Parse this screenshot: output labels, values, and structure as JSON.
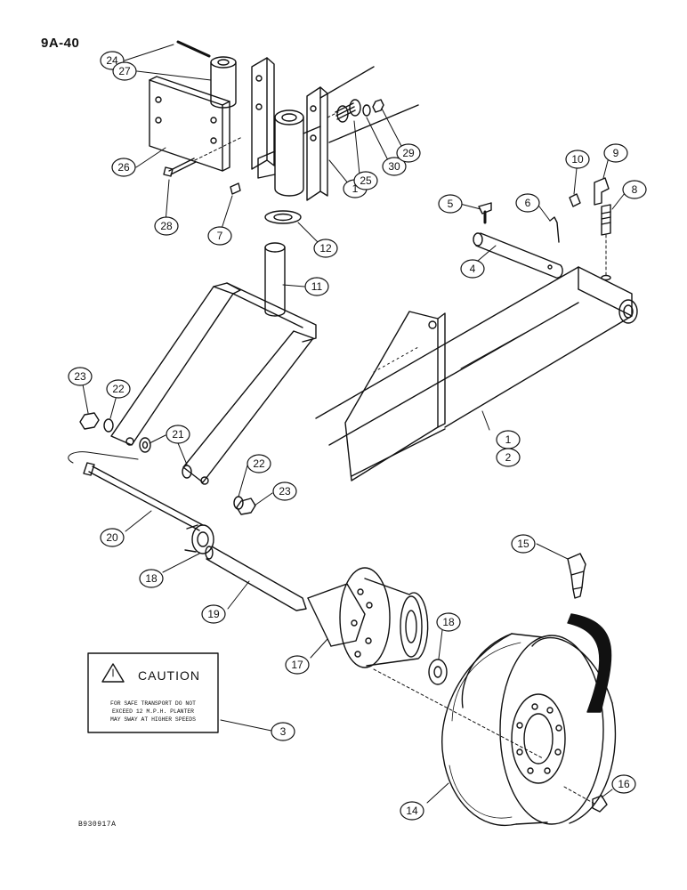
{
  "page_number": "9A-40",
  "drawing_code": "B930917A",
  "decal": {
    "title": "CAUTION",
    "lines": [
      "FOR SAFE TRANSPORT DO NOT",
      "EXCEED 12 M.P.H. PLANTER",
      "MAY SWAY AT HIGHER SPEEDS"
    ]
  },
  "callouts": [
    "24",
    "27",
    "26",
    "28",
    "7",
    "1",
    "12",
    "25",
    "30",
    "29",
    "10",
    "9",
    "8",
    "5",
    "6",
    "4",
    "11",
    "23",
    "22",
    "21",
    "22",
    "23",
    "1",
    "2",
    "20",
    "18",
    "19",
    "15",
    "17",
    "18",
    "3",
    "14",
    "16"
  ]
}
